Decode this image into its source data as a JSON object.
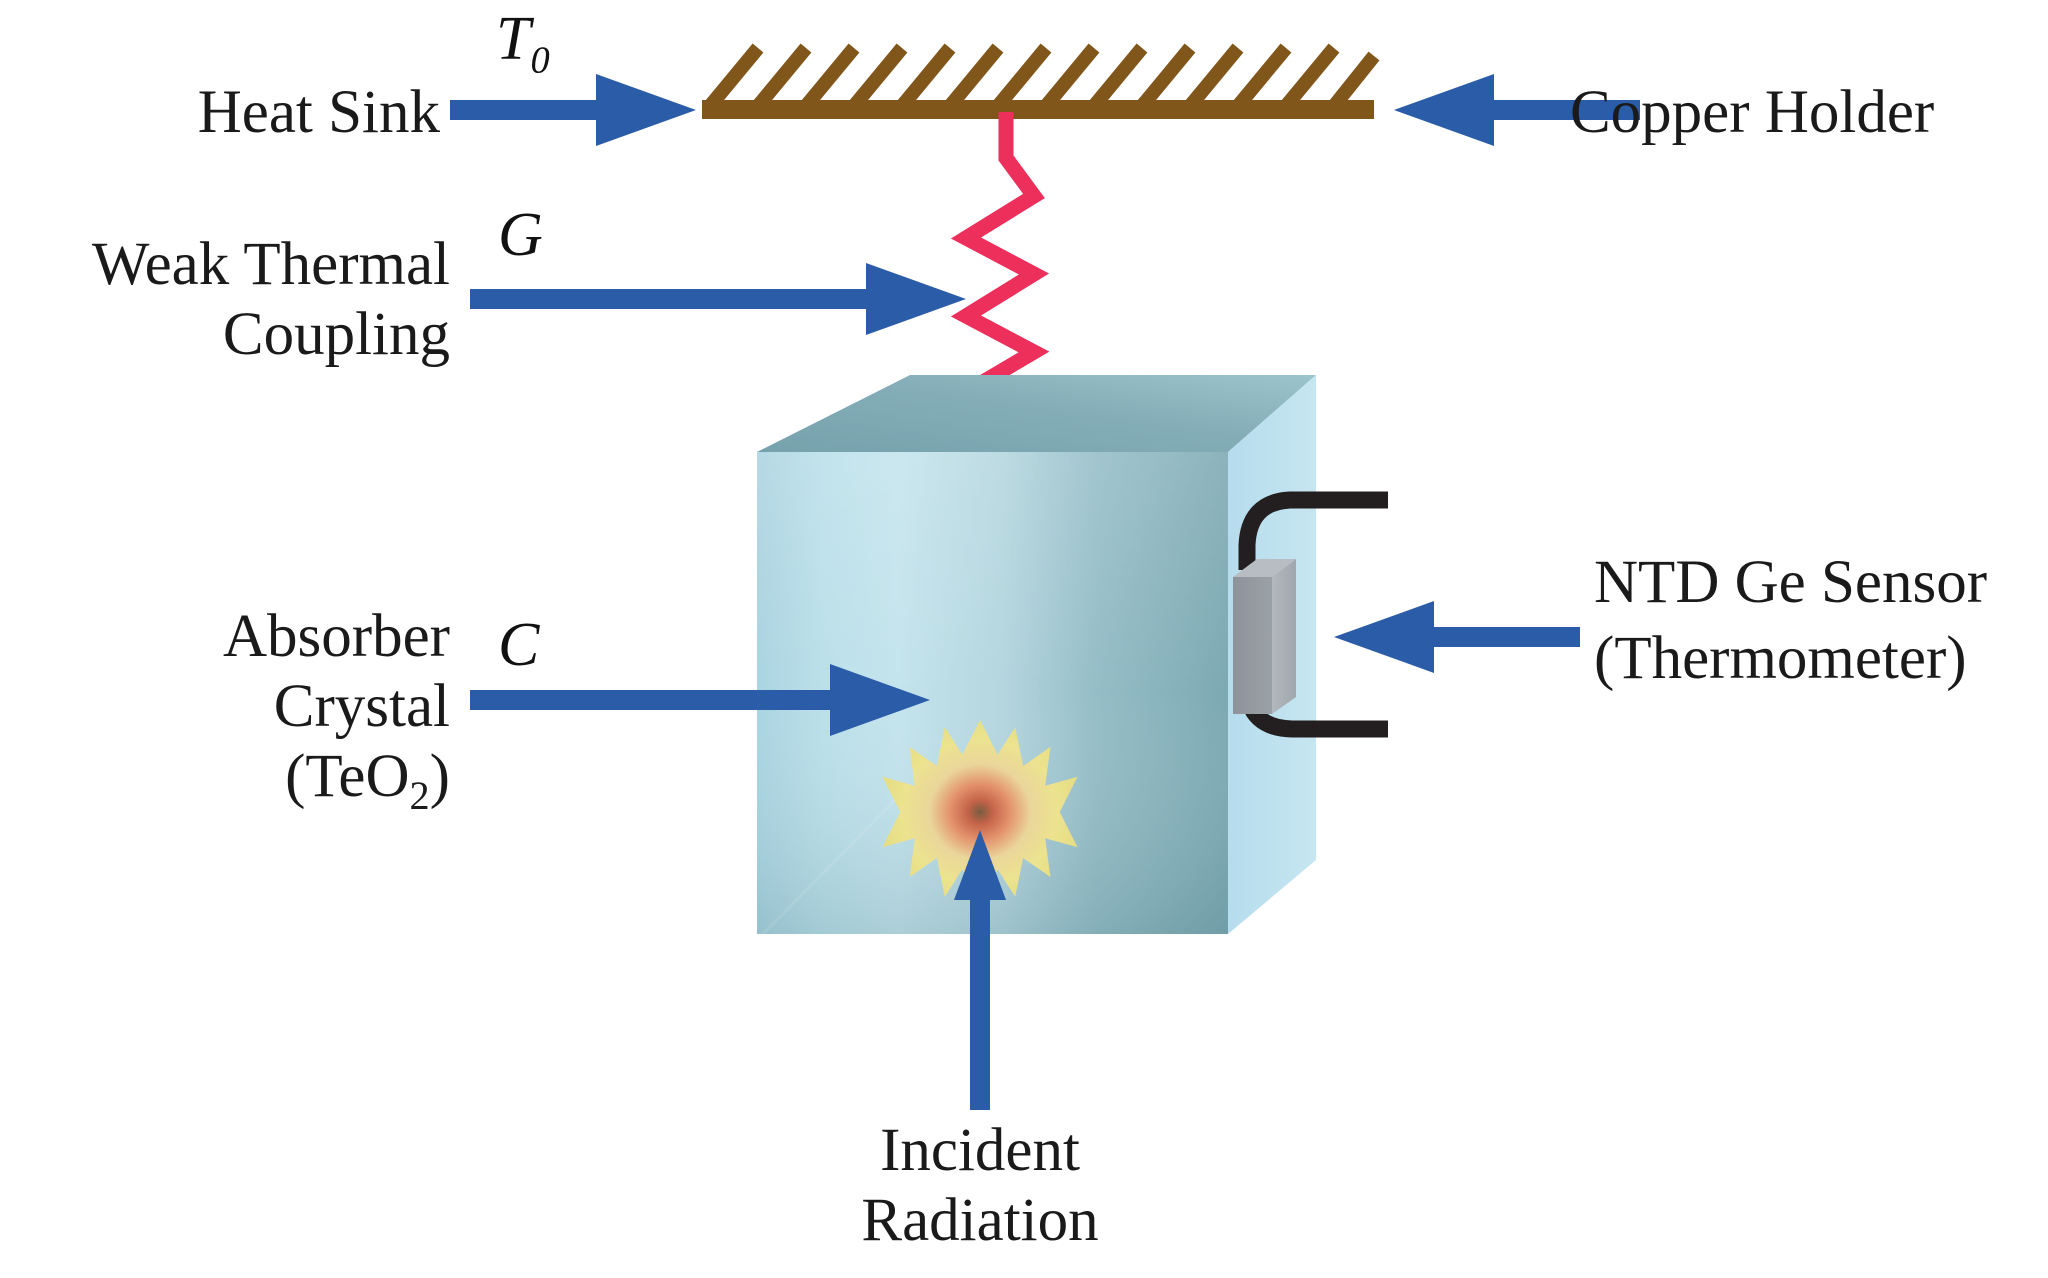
{
  "diagram": {
    "title": "Bolometer schematic: absorber crystal weakly coupled to heat sink",
    "background": "#ffffff"
  },
  "colors": {
    "arrow_blue": "#2b5ca8",
    "copper_brown": "#80561b",
    "spring_red": "#ed2f5b",
    "cube_front_light": "#bfe0ea",
    "cube_front_dark": "#7ba5b0",
    "cube_top": "#7fa8b2",
    "cube_side": "#bde0ec",
    "sensor_gray": "#a8aeb3",
    "sensor_gray_dark": "#8c9296",
    "wire_black": "#231f20",
    "burst_outer": "#e8dc8a",
    "burst_inner": "#d4613f",
    "text": "#1a1a1a"
  },
  "labels": {
    "heat_sink": "Heat Sink",
    "copper_holder": "Copper Holder",
    "weak_thermal_line1": "Weak Thermal",
    "weak_thermal_line2": "Coupling",
    "absorber_line1": "Absorber",
    "absorber_line2": "Crystal",
    "absorber_line3_pre": "(TeO",
    "absorber_line3_sub": "2",
    "absorber_line3_post": ")",
    "ntd_line1": "NTD Ge Sensor",
    "ntd_line2": "(Thermometer)",
    "incident_line1": "Incident",
    "incident_line2": "Radiation"
  },
  "symbols": {
    "temperature_pre": "T",
    "temperature_sub": "0",
    "conductance": "G",
    "heat_capacity": "C"
  },
  "components": {
    "copper_holder": {
      "name": "Copper Holder",
      "hatch_count": 14
    },
    "weak_link": {
      "name": "Weak Thermal Coupling",
      "form": "zigzag-spring",
      "zigs": 5
    },
    "absorber": {
      "name": "TeO2 Absorber Crystal",
      "form": "3d-cube"
    },
    "thermometer": {
      "name": "NTD Ge Sensor",
      "form": "small-box-with-two-wires"
    },
    "event": {
      "name": "Incident Radiation Interaction",
      "form": "starburst",
      "points": 16
    }
  },
  "arrows": [
    {
      "id": "heat-sink-arrow",
      "label": "Heat Sink",
      "direction": "right"
    },
    {
      "id": "copper-holder-arrow",
      "label": "Copper Holder",
      "direction": "left"
    },
    {
      "id": "weak-coupling-arrow",
      "label": "Weak Thermal Coupling",
      "direction": "right"
    },
    {
      "id": "absorber-arrow",
      "label": "Absorber Crystal",
      "direction": "right"
    },
    {
      "id": "ntd-sensor-arrow",
      "label": "NTD Ge Sensor",
      "direction": "left"
    },
    {
      "id": "incident-radiation-arrow",
      "label": "Incident Radiation",
      "direction": "up"
    }
  ]
}
